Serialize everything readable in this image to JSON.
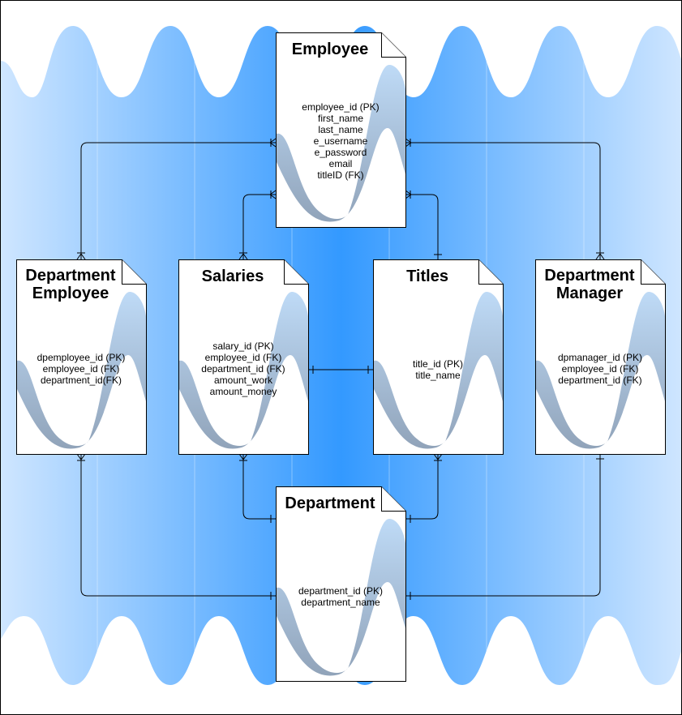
{
  "diagram": {
    "colors": {
      "background_light": "#cfe6ff",
      "background_dark": "#3399ff",
      "card_fill": "#ffffff",
      "card_stroke": "#000000",
      "wave_light": "#b3d4f5",
      "wave_dark": "#7d93ad",
      "connector": "#000000"
    },
    "entities": {
      "employee": {
        "title": "Employee",
        "fields": [
          "employee_id (PK)",
          "first_name",
          "last_name",
          "e_username",
          "e_password",
          "email",
          "titleID (FK)"
        ]
      },
      "department_employee": {
        "title_line1": "Department",
        "title_line2": "Employee",
        "fields": [
          "dpemployee_id (PK)",
          "employee_id (FK)",
          "department_id(FK)"
        ]
      },
      "salaries": {
        "title": "Salaries",
        "fields": [
          "salary_id (PK)",
          "employee_id (FK)",
          "department_id (FK)",
          "amount_work",
          "amount_money"
        ]
      },
      "titles": {
        "title": "Titles",
        "fields": [
          "title_id (PK)",
          "title_name"
        ]
      },
      "department_manager": {
        "title_line1": "Department",
        "title_line2": "Manager",
        "fields": [
          "dpmanager_id (PK)",
          "employee_id (FK)",
          "department_id (FK)"
        ]
      },
      "department": {
        "title": "Department",
        "fields": [
          "department_id (PK)",
          "department_name"
        ]
      }
    }
  }
}
